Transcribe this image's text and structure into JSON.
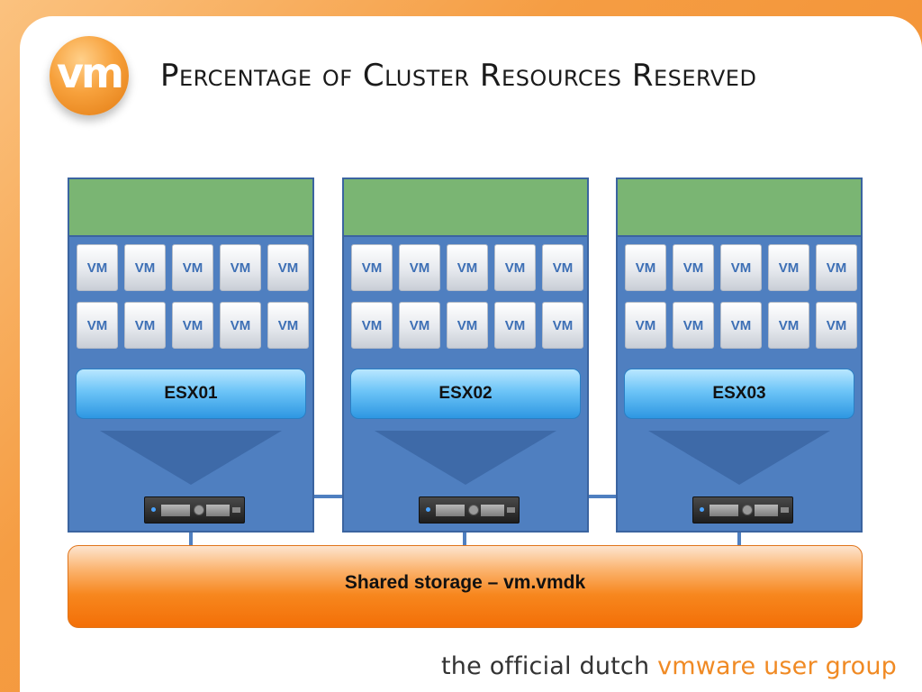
{
  "slide": {
    "title": "Percentage of Cluster Resources Reserved",
    "logo_text": "vm"
  },
  "hosts": [
    {
      "name": "ESX01",
      "vms": [
        "VM",
        "VM",
        "VM",
        "VM",
        "VM",
        "VM",
        "VM",
        "VM",
        "VM",
        "VM"
      ]
    },
    {
      "name": "ESX02",
      "vms": [
        "VM",
        "VM",
        "VM",
        "VM",
        "VM",
        "VM",
        "VM",
        "VM",
        "VM",
        "VM"
      ]
    },
    {
      "name": "ESX03",
      "vms": [
        "VM",
        "VM",
        "VM",
        "VM",
        "VM",
        "VM",
        "VM",
        "VM",
        "VM",
        "VM"
      ]
    }
  ],
  "storage": {
    "label": "Shared storage – vm.vmdk"
  },
  "footer": {
    "lead": "the official dutch",
    "brand": "vmware user group"
  },
  "colors": {
    "reserved_area": "#7ab573",
    "host_fill": "#4f7fc0",
    "storage_fill": "#f7871e",
    "brand_orange": "#f08a24"
  }
}
